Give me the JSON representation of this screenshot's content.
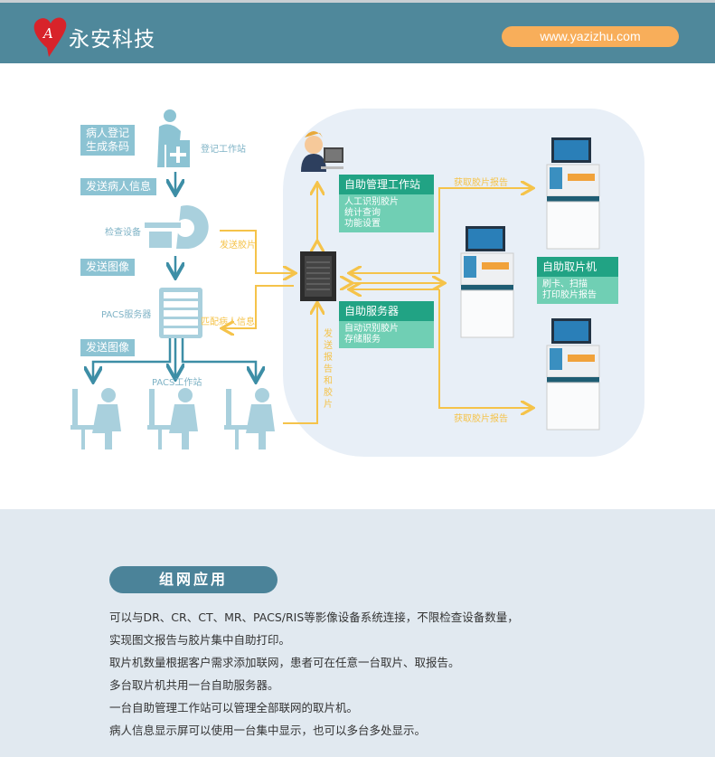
{
  "header": {
    "brand": "永安科技",
    "url": "www.yazizhu.com"
  },
  "diagram": {
    "register_label": "病人登记\n生成条码",
    "register_station": "登记工作站",
    "send_patient_info": "发送病人信息",
    "exam_device": "检查设备",
    "send_image_1": "发送图像",
    "pacs_server": "PACS服务器",
    "send_image_2": "发送图像",
    "pacs_workstation": "PACS工作站",
    "send_film": "发送胶片",
    "match_patient_info": "匹配病人信息",
    "send_report_film": "发送报告和胶片",
    "get_film_report_top": "获取胶片报告",
    "get_film_report_bottom": "获取胶片报告",
    "mgmt_station": {
      "title": "自助管理工作站",
      "body": "人工识别胶片\n统计查询\n功能设置"
    },
    "self_server": {
      "title": "自助服务器",
      "body": "自动识别胶片\n存储服务"
    },
    "kiosk": {
      "title": "自助取片机",
      "body": "刷卡、扫描\n打印胶片报告"
    }
  },
  "section": {
    "heading": "组网应用",
    "lines": [
      "可以与DR、CR、CT、MR、PACS/RIS等影像设备系统连接，不限检查设备数量，",
      "实现图文报告与胶片集中自助打印。",
      "取片机数量根据客户需求添加联网，患者可在任意一台取片、取报告。",
      "多台取片机共用一台自助服务器。",
      "一台自助管理工作站可以管理全部联网的取片机。",
      "病人信息显示屏可以使用一台集中显示，也可以多台多处显示。"
    ]
  },
  "colors": {
    "header": "#4f889b",
    "url_pill": "#f8ae5a",
    "label_blue": "#8cc3d3",
    "green_dark": "#21a384",
    "green_light": "#70cfb4",
    "arrow_orange": "#f5c34a",
    "arrow_blue": "#3d8ea6"
  }
}
